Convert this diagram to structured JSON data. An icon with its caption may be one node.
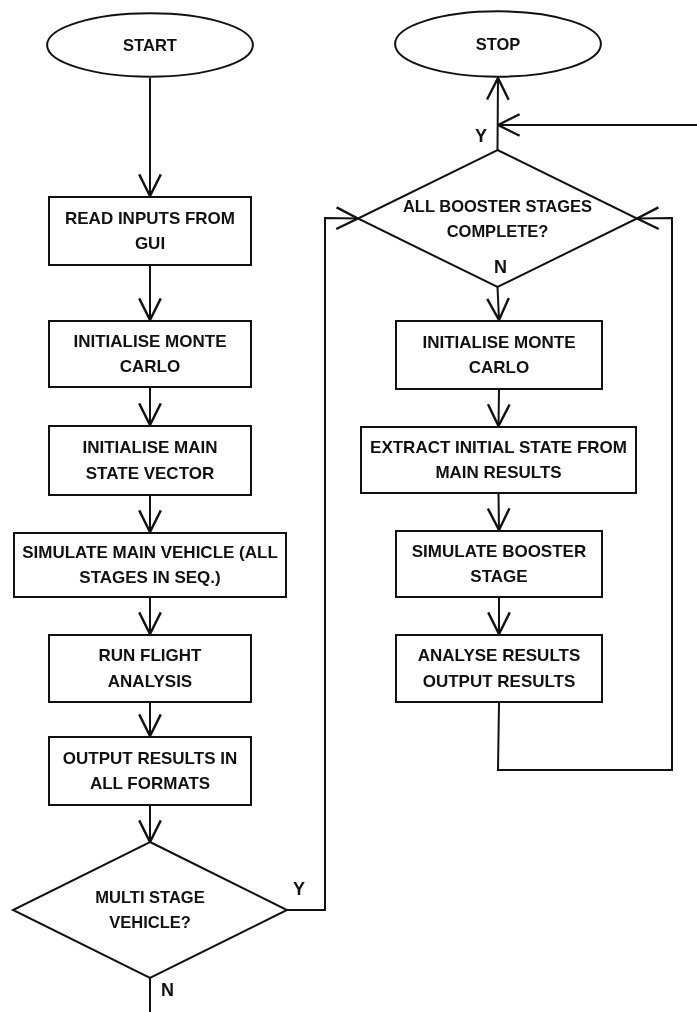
{
  "diagram": {
    "nodes": [
      {
        "text": [
          "START"
        ]
      },
      {
        "text": [
          "READ INPUTS FROM GUI"
        ]
      },
      {
        "text": [
          "INITIALISE MONTE CARLO"
        ]
      },
      {
        "text": [
          "INITIALISE MAIN STATE VECTOR"
        ]
      },
      {
        "text": [
          "SIMULATE MAIN VEHICLE (ALL STAGES IN SEQ.)"
        ]
      },
      {
        "text": [
          "RUN FLIGHT ANALYSIS"
        ]
      },
      {
        "text": [
          "OUTPUT RESULTS IN ALL FORMATS"
        ]
      },
      {
        "text": [
          "MULTI STAGE VEHICLE?"
        ]
      },
      {
        "text": [
          "STOP"
        ]
      },
      {
        "text": [
          "ALL BOOSTER STAGES COMPLETE?"
        ]
      },
      {
        "text": [
          "INITIALISE MONTE CARLO"
        ]
      },
      {
        "text": [
          "EXTRACT INITIAL STATE FROM MAIN RESULTS"
        ]
      },
      {
        "text": [
          "SIMULATE BOOSTER STAGE"
        ]
      },
      {
        "text": [
          "ANALYSE RESULTS OUTPUT RESULTS"
        ]
      }
    ],
    "edges": [
      {
        "from": 0,
        "to": 1,
        "arrow": "to"
      },
      {
        "from": 1,
        "to": 2,
        "arrow": "to"
      },
      {
        "from": 2,
        "to": 3,
        "arrow": "to"
      },
      {
        "from": 3,
        "to": 4,
        "arrow": "to"
      },
      {
        "from": 4,
        "to": 5,
        "arrow": "to"
      },
      {
        "from": 5,
        "to": 6,
        "arrow": "to"
      },
      {
        "from": 6,
        "to": 7,
        "arrow": "to"
      },
      {
        "from": 7,
        "to": null,
        "arrow": "none",
        "label": "N"
      },
      {
        "from": 7,
        "to": 9,
        "arrow": "to",
        "label": "Y"
      },
      {
        "from": 9,
        "to": 8,
        "arrow": "to",
        "label": "Y"
      },
      {
        "from": null,
        "to": 8,
        "arrow": "to"
      },
      {
        "from": 9,
        "to": 10,
        "arrow": "to",
        "label": "N"
      },
      {
        "from": 10,
        "to": 11,
        "arrow": "to"
      },
      {
        "from": 11,
        "to": 12,
        "arrow": "to"
      },
      {
        "from": 12,
        "to": 13,
        "arrow": "to"
      },
      {
        "from": 13,
        "to": 9,
        "arrow": "to"
      }
    ]
  }
}
